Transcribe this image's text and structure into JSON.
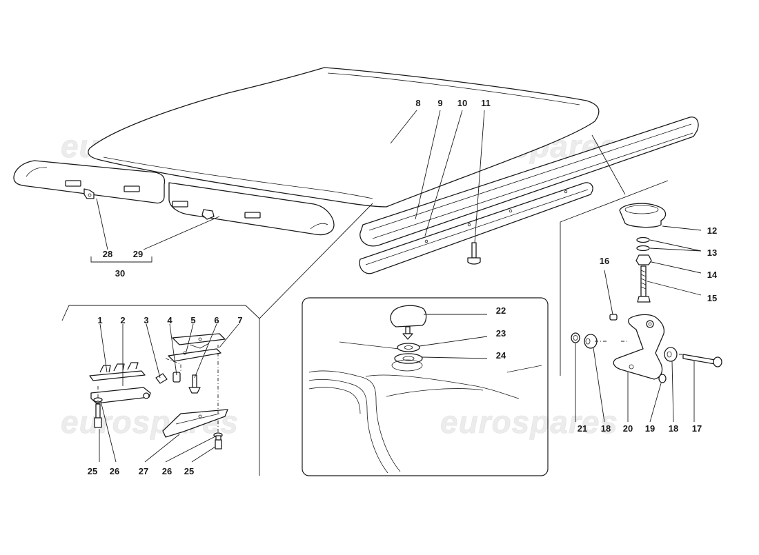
{
  "watermark": "eurospares",
  "callouts": [
    {
      "id": "c1",
      "text": "1"
    },
    {
      "id": "c2",
      "text": "2"
    },
    {
      "id": "c3",
      "text": "3"
    },
    {
      "id": "c4",
      "text": "4"
    },
    {
      "id": "c5",
      "text": "5"
    },
    {
      "id": "c6",
      "text": "6"
    },
    {
      "id": "c7",
      "text": "7"
    },
    {
      "id": "c8",
      "text": "8"
    },
    {
      "id": "c9",
      "text": "9"
    },
    {
      "id": "c10",
      "text": "10"
    },
    {
      "id": "c11",
      "text": "11"
    },
    {
      "id": "c12",
      "text": "12"
    },
    {
      "id": "c13",
      "text": "13"
    },
    {
      "id": "c14",
      "text": "14"
    },
    {
      "id": "c15",
      "text": "15"
    },
    {
      "id": "c16",
      "text": "16"
    },
    {
      "id": "c17",
      "text": "17"
    },
    {
      "id": "c18a",
      "text": "18"
    },
    {
      "id": "c18b",
      "text": "18"
    },
    {
      "id": "c19",
      "text": "19"
    },
    {
      "id": "c20",
      "text": "20"
    },
    {
      "id": "c21",
      "text": "21"
    },
    {
      "id": "c22",
      "text": "22"
    },
    {
      "id": "c23",
      "text": "23"
    },
    {
      "id": "c24",
      "text": "24"
    },
    {
      "id": "c25a",
      "text": "25"
    },
    {
      "id": "c25b",
      "text": "25"
    },
    {
      "id": "c26a",
      "text": "26"
    },
    {
      "id": "c26b",
      "text": "26"
    },
    {
      "id": "c27",
      "text": "27"
    },
    {
      "id": "c28",
      "text": "28"
    },
    {
      "id": "c29",
      "text": "29"
    },
    {
      "id": "c30",
      "text": "30"
    }
  ]
}
